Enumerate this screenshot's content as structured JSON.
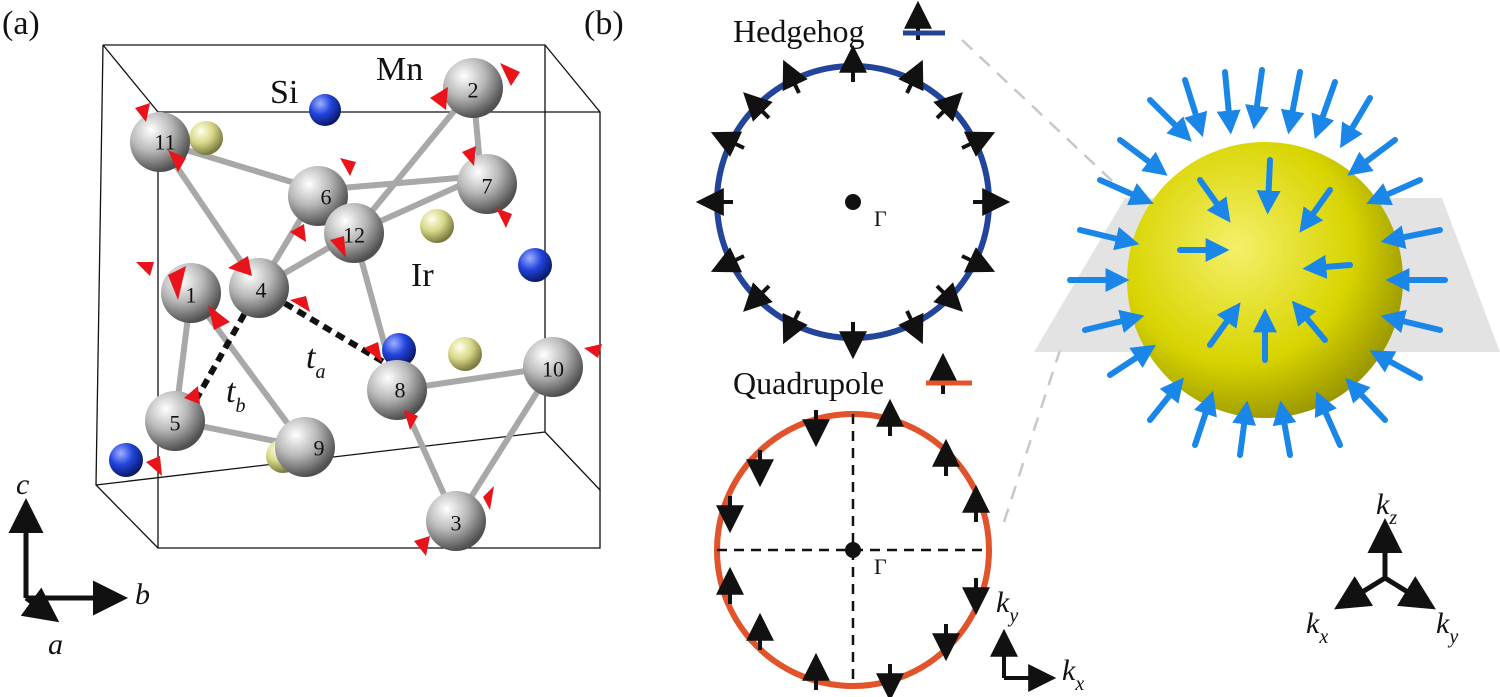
{
  "panels": {
    "a": {
      "label": "(a)",
      "elements": {
        "si": "Si",
        "mn": "Mn",
        "ir": "Ir"
      },
      "hoppings": {
        "ta": "t",
        "ta_sub": "a",
        "tb": "t",
        "tb_sub": "b"
      },
      "atoms": [
        "1",
        "2",
        "3",
        "4",
        "5",
        "6",
        "7",
        "8",
        "9",
        "10",
        "11",
        "12"
      ],
      "axes": {
        "c": "c",
        "b": "b",
        "a": "a"
      }
    },
    "b": {
      "label": "(b)",
      "hedgehog": {
        "label": "Hedgehog",
        "gamma": "Γ"
      },
      "quadrupole": {
        "label": "Quadrupole",
        "gamma": "Γ"
      },
      "k_axes_2d": {
        "ky": "k",
        "ky_sub": "y",
        "kx": "k",
        "kx_sub": "x"
      },
      "k_axes_3d": {
        "kz": "k",
        "kz_sub": "z",
        "kx": "k",
        "kx_sub": "x",
        "ky": "k",
        "ky_sub": "y"
      }
    }
  },
  "colors": {
    "hedgehog": "#22449a",
    "quadrupole": "#e0532b",
    "spin_arrow": "#e8131b",
    "mn_atom": "#a9a9a9",
    "si_atom": "#1f3fd6",
    "ir_atom": "#d9d98a",
    "sphere": "#d8d400",
    "texture_arrow": "#1a86e8"
  }
}
